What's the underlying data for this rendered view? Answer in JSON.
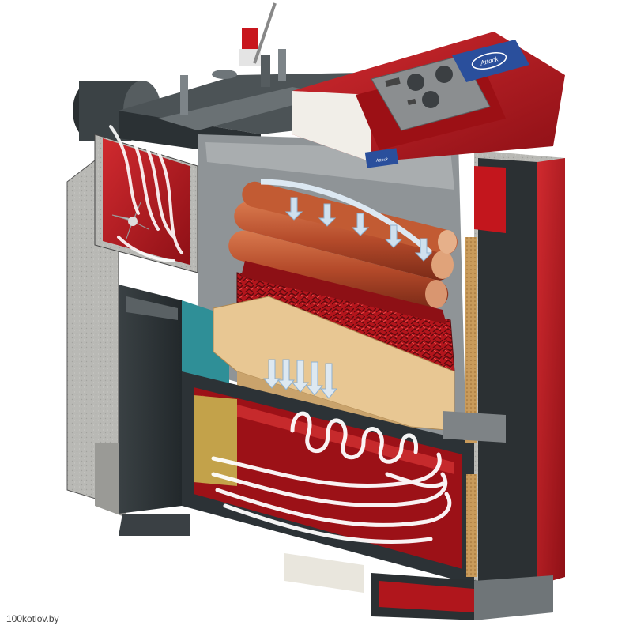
{
  "image": {
    "subject": "boiler-cutaway",
    "brand_badge_text": "Attack",
    "colors": {
      "background": "#ffffff",
      "boiler_red": "#b3171f",
      "boiler_dark_red": "#7d0e14",
      "steel_dark": "#2e3437",
      "steel_mid": "#5b6266",
      "insulation_gray": "#b7b7b3",
      "water_teal": "#2f8f97",
      "chamotte_beige": "#e9c590",
      "flame_red": "#d31d24",
      "badge_blue": "#2a4f9c",
      "panel_gray": "#8a8c8e",
      "cream": "#efe8d8"
    },
    "icons": {
      "airflow": "arrow-down-icon",
      "flame_swirl": "flame-swirl-icon",
      "fan": "fan-icon"
    }
  },
  "watermark": {
    "text": "100kotlov.by"
  }
}
